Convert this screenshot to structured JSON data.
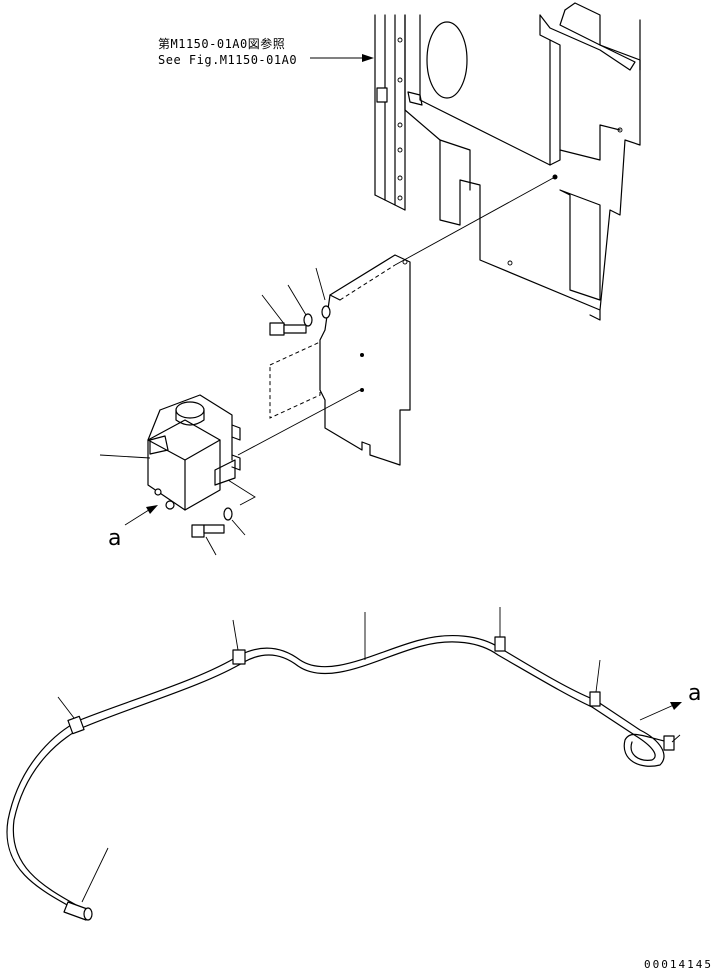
{
  "reference": {
    "line_jp": "第M1150-01A0図参照",
    "line_en": "See Fig.M1150-01A0"
  },
  "callouts": {
    "view_a_upper": "a",
    "view_a_lower": "a"
  },
  "document_number": "00014145"
}
